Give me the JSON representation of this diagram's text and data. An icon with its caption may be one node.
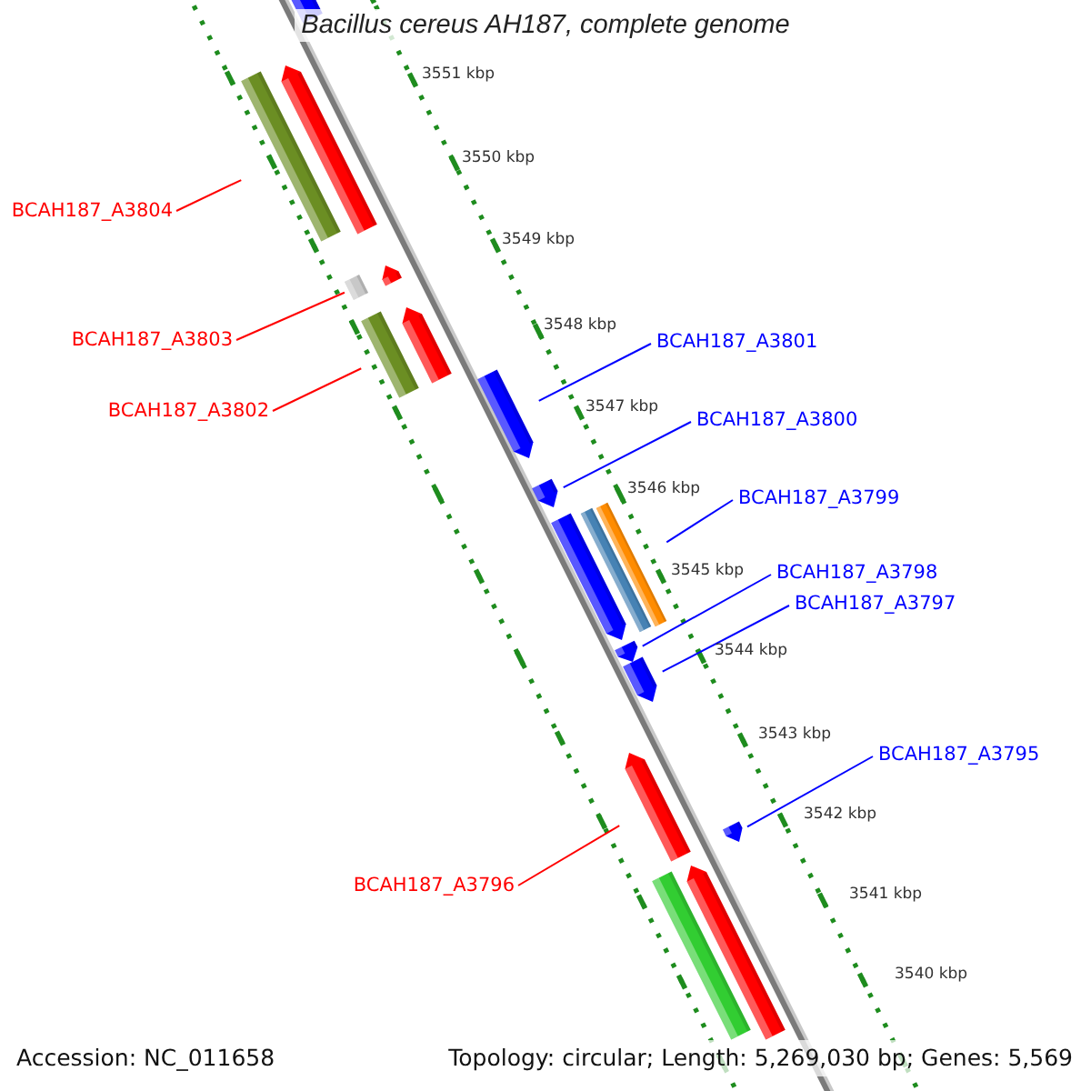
{
  "diagram": {
    "title": "Bacillus cereus AH187, complete genome",
    "nodes": [
      {
        "text": [],
        "shape": "bar"
      },
      {
        "text": [],
        "shape": "bar"
      },
      {
        "text": [],
        "shape": "bar"
      },
      {
        "text": [
          "BCAH187_A3804"
        ]
      },
      {
        "text": [],
        "shape": "bar"
      },
      {
        "text": [],
        "shape": "bar"
      },
      {
        "text": [
          "BCAH187_A3803"
        ]
      },
      {
        "text": [],
        "shape": "bar"
      },
      {
        "text": [],
        "shape": "bar"
      },
      {
        "text": [
          "BCAH187_A3802"
        ]
      },
      {
        "text": [
          "BCAH187_A3801"
        ]
      },
      {
        "text": [],
        "shape": "bar"
      },
      {
        "text": [
          "BCAH187_A3800"
        ]
      },
      {
        "text": [],
        "shape": "bar"
      },
      {
        "text": [
          "BCAH187_A3799"
        ]
      },
      {
        "text": [],
        "shape": "bar"
      },
      {
        "text": [],
        "shape": "bar"
      },
      {
        "text": [],
        "shape": "bar"
      },
      {
        "text": [
          "BCAH187_A3798"
        ]
      },
      {
        "text": [],
        "shape": "bar"
      },
      {
        "text": [
          "BCAH187_A3797"
        ]
      },
      {
        "text": [],
        "shape": "bar"
      },
      {
        "text": [
          "BCAH187_A3795"
        ]
      },
      {
        "text": [],
        "shape": "bar"
      },
      {
        "text": [],
        "shape": "bar"
      },
      {
        "text": [
          "BCAH187_A3796"
        ]
      },
      {
        "text": [],
        "shape": "bar"
      },
      {
        "text": [],
        "shape": "bar"
      }
    ],
    "edges": [
      {
        "from": 3,
        "to": 1,
        "arrow": "none",
        "color": "#ff0000"
      },
      {
        "from": 6,
        "to": 4,
        "arrow": "none",
        "color": "#ff0000"
      },
      {
        "from": 9,
        "to": 7,
        "arrow": "none",
        "color": "#ff0000"
      },
      {
        "from": 10,
        "to": 11,
        "arrow": "none"
      },
      {
        "from": 12,
        "to": 13,
        "arrow": "none"
      },
      {
        "from": 14,
        "to": 15,
        "arrow": "none"
      },
      {
        "from": 18,
        "to": 19,
        "arrow": "none"
      },
      {
        "from": 20,
        "to": 21,
        "arrow": "none"
      },
      {
        "from": 22,
        "to": 24,
        "arrow": "none"
      },
      {
        "from": 25,
        "to": 23,
        "arrow": "none",
        "color": "#ff0000"
      }
    ],
    "labels": [
      "3551 kbp",
      "3550 kbp",
      "3549 kbp",
      "3548 kbp",
      "3547 kbp",
      "3546 kbp",
      "3545 kbp",
      "3544 kbp",
      "3543 kbp",
      "3542 kbp",
      "3541 kbp",
      "3540 kbp",
      "Accession: NC_011658",
      "Topology: circular; Length: 5,269,030 bp; Genes: 5,569"
    ]
  }
}
